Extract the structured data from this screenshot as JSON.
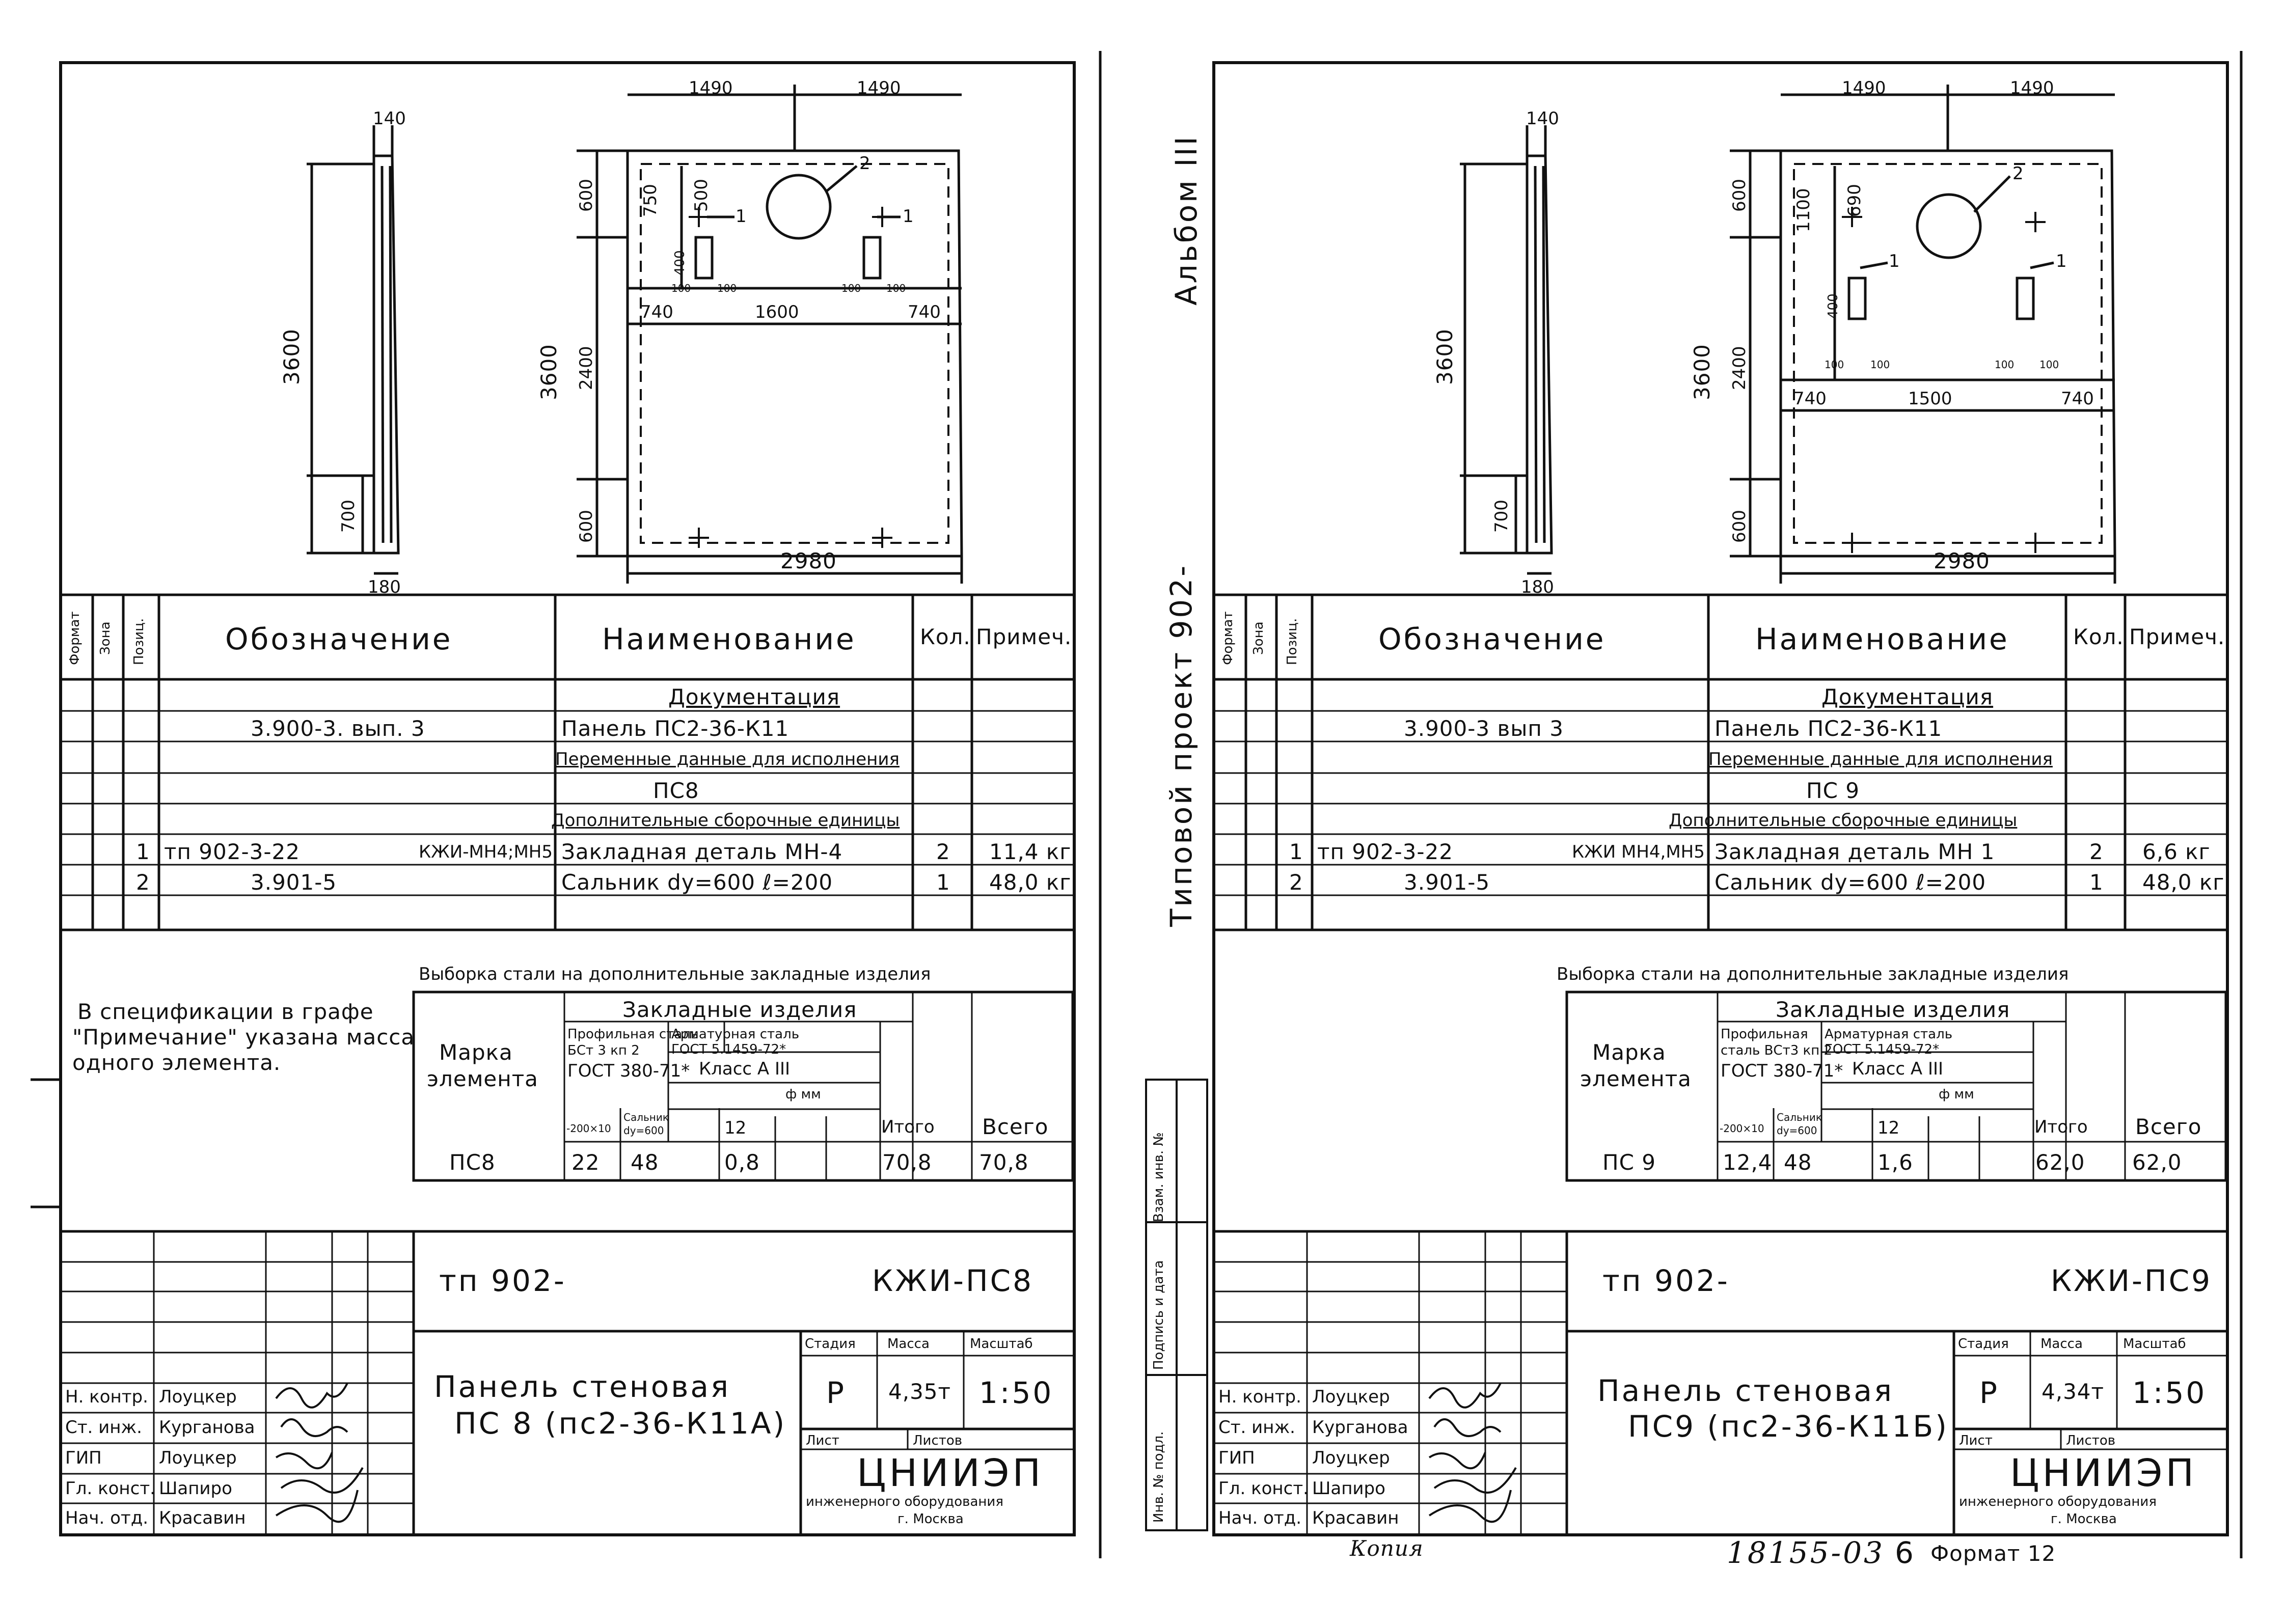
{
  "sheets": [
    {
      "drawing": {
        "section_width_top": "140",
        "section_width_bottom": "180",
        "section_height": "3600",
        "section_lower": "700",
        "panel_width_left": "1490",
        "panel_width_right": "1490",
        "panel_height": "3600",
        "panel_top": "600",
        "panel_mid": "2400",
        "panel_bot": "600",
        "panel_total": "2980",
        "dim_a": "750",
        "dim_b": "500",
        "dim_c": "400",
        "dim_d1": "100",
        "dim_d2": "100",
        "dim_d3": "100",
        "dim_d4": "100",
        "dim_e": "740",
        "dim_f": "1600",
        "dim_g": "740",
        "callout_hole": "2",
        "callout_part1": "1",
        "callout_part2": "1"
      },
      "spec": {
        "col_format": "Формат",
        "col_zone": "Зона",
        "col_pos": "Позиц.",
        "col_designation": "Обозначение",
        "col_name": "Наименование",
        "col_qty": "Кол.",
        "col_note": "Примеч.",
        "section_docs": "Документация",
        "doc_designation": "3.900-3. вып. 3",
        "doc_name": "Панель ПС2-36-К11",
        "section_vars": "Переменные данные для исполнения",
        "variant": "ПС8",
        "section_units": "Дополнительные сборочные единицы",
        "rows": [
          {
            "pos": "1",
            "designation": "тп 902-3-22",
            "designation2": "КЖИ-МН4;МН5",
            "name": "Закладная деталь МН-4",
            "qty": "2",
            "note": "11,4 кг"
          },
          {
            "pos": "2",
            "designation": "3.901-5",
            "designation2": "",
            "name": "Сальник dy=600 ℓ=200",
            "qty": "1",
            "note": "48,0 кг"
          }
        ]
      },
      "remark": {
        "line1": "В спецификации в графе",
        "line2": "\"Примечание\" указана масса",
        "line3": "одного элемента."
      },
      "steel": {
        "title": "Выборка стали на дополнительные закладные изделия",
        "mark_label1": "Марка",
        "mark_label2": "элемента",
        "group": "Закладные изделия",
        "prof1": "Профильная сталь",
        "prof2": "БСт 3 кп 2",
        "prof3": "ГОСТ 380-71*",
        "arm1": "Арматурная сталь",
        "arm2": "ГОСТ 5.1459-72*",
        "arm_class": "Класс А III",
        "phi": "ф мм",
        "sub1": "-200×10",
        "sub2a": "Сальник",
        "sub2b": "dy=600",
        "sub_d": "12",
        "total": "Итого",
        "all": "Всего",
        "mark": "ПС8",
        "v1": "22",
        "v2": "48",
        "v3": "0,8",
        "v_total": "70,8",
        "v_all": "70,8"
      },
      "stamp": {
        "code_left": "тп 902-",
        "code_right": "КЖИ-ПС8",
        "title1": "Панель стеновая",
        "title2": "ПС 8 (пс2-36-К11А)",
        "stage_lbl": "Стадия",
        "mass_lbl": "Масса",
        "scale_lbl": "Масштаб",
        "stage": "Р",
        "mass": "4,35т",
        "scale": "1:50",
        "sheet_lbl": "Лист",
        "sheets_lbl": "Листов",
        "org": "ЦНИИЭП",
        "org2": "инженерного оборудования",
        "city": "г. Москва",
        "people": [
          {
            "role": "Н. контр.",
            "name": "Лоуцкер"
          },
          {
            "role": "Ст. инж.",
            "name": "Курганова"
          },
          {
            "role": "ГИП",
            "name": "Лоуцкер"
          },
          {
            "role": "Гл. конст.",
            "name": "Шапиро"
          },
          {
            "role": "Нач. отд.",
            "name": "Красавин"
          }
        ]
      }
    },
    {
      "drawing": {
        "section_width_top": "140",
        "section_width_bottom": "180",
        "section_height": "3600",
        "section_lower": "700",
        "panel_width_left": "1490",
        "panel_width_right": "1490",
        "panel_height": "3600",
        "panel_top": "600",
        "panel_mid": "2400",
        "panel_bot": "600",
        "panel_total": "2980",
        "dim_a": "1100",
        "dim_b": "690",
        "dim_c": "400",
        "dim_d1": "100",
        "dim_d2": "100",
        "dim_d3": "100",
        "dim_d4": "100",
        "dim_e": "740",
        "dim_f": "1500",
        "dim_g": "740",
        "callout_hole": "2",
        "callout_part1": "1",
        "callout_part2": "1"
      },
      "spec": {
        "col_format": "Формат",
        "col_zone": "Зона",
        "col_pos": "Позиц.",
        "col_designation": "Обозначение",
        "col_name": "Наименование",
        "col_qty": "Кол.",
        "col_note": "Примеч.",
        "section_docs": "Документация",
        "doc_designation": "3.900-3 вып 3",
        "doc_name": "Панель ПС2-36-К11",
        "section_vars": "Переменные данные для исполнения",
        "variant": "ПС 9",
        "section_units": "Дополнительные сборочные единицы",
        "rows": [
          {
            "pos": "1",
            "designation": "тп 902-3-22",
            "designation2": "КЖИ МН4,МН5",
            "name": "Закладная деталь МН 1",
            "qty": "2",
            "note": "6,6 кг"
          },
          {
            "pos": "2",
            "designation": "3.901-5",
            "designation2": "",
            "name": "Сальник dy=600 ℓ=200",
            "qty": "1",
            "note": "48,0 кг"
          }
        ]
      },
      "steel": {
        "title": "Выборка стали на дополнительные закладные изделия",
        "mark_label1": "Марка",
        "mark_label2": "элемента",
        "group": "Закладные изделия",
        "prof1": "Профильная",
        "prof2": "сталь ВСт3 кп 2",
        "prof3": "ГОСТ 380-71*",
        "arm1": "Арматурная сталь",
        "arm2": "ГОСТ 5.1459-72*",
        "arm_class": "Класс А III",
        "phi": "ф мм",
        "sub1": "-200×10",
        "sub2a": "Сальник",
        "sub2b": "dy=600",
        "sub_d": "12",
        "total": "Итого",
        "all": "Всего",
        "mark": "ПС 9",
        "v1": "12,4",
        "v2": "48",
        "v3": "1,6",
        "v_total": "62,0",
        "v_all": "62,0"
      },
      "stamp": {
        "code_left": "тп 902-",
        "code_right": "КЖИ-ПС9",
        "title1": "Панель стеновая",
        "title2": "ПС9 (пс2-36-К11Б)",
        "stage_lbl": "Стадия",
        "mass_lbl": "Масса",
        "scale_lbl": "Масштаб",
        "stage": "Р",
        "mass": "4,34т",
        "scale": "1:50",
        "sheet_lbl": "Лист",
        "sheets_lbl": "Листов",
        "org": "ЦНИИЭП",
        "org2": "инженерного оборудования",
        "city": "г. Москва",
        "people": [
          {
            "role": "Н. контр.",
            "name": "Лоуцкер"
          },
          {
            "role": "Ст. инж.",
            "name": "Курганова"
          },
          {
            "role": "ГИП",
            "name": "Лоуцкер"
          },
          {
            "role": "Гл. конст.",
            "name": "Шапиро"
          },
          {
            "role": "Нач. отд.",
            "name": "Красавин"
          }
        ]
      }
    }
  ],
  "margin": {
    "album": "Альбом III",
    "project": "Типовой проект 902-",
    "f_inv_sub": "Взам. инв. №",
    "f_sign": "Подпись и дата",
    "f_inv": "Инв. № подл."
  },
  "footer": {
    "copy": "Копия",
    "number": "18155-03",
    "sheet_no": "6",
    "format": "Формат 12"
  }
}
